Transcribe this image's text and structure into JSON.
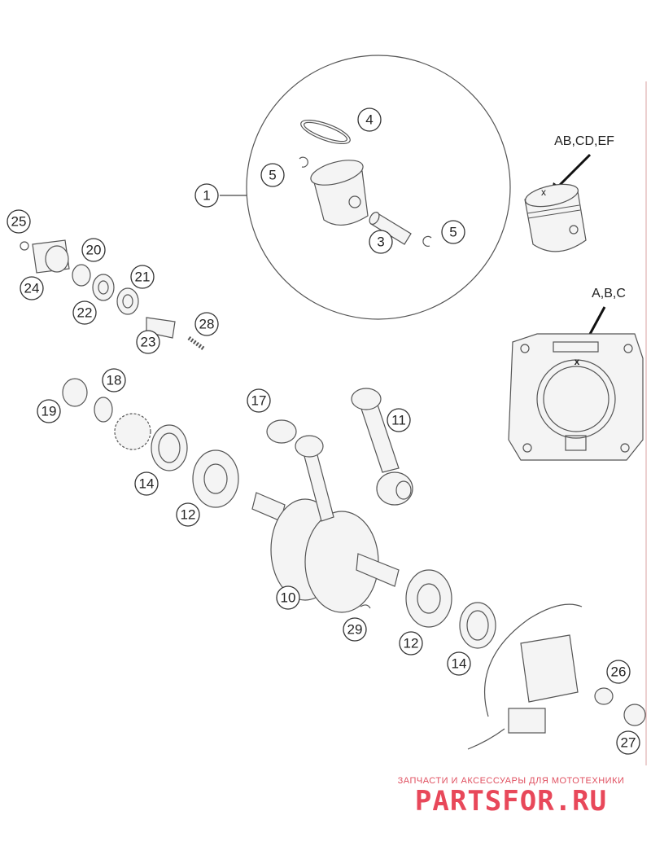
{
  "labels": {
    "n1": "1",
    "n3": "3",
    "n4": "4",
    "n5a": "5",
    "n5b": "5",
    "n10": "10",
    "n11": "11",
    "n12a": "12",
    "n12b": "12",
    "n14a": "14",
    "n14b": "14",
    "n17": "17",
    "n18": "18",
    "n19": "19",
    "n20": "20",
    "n21": "21",
    "n22": "22",
    "n23": "23",
    "n24": "24",
    "n25": "25",
    "n26": "26",
    "n27": "27",
    "n28": "28",
    "n29": "29"
  },
  "markers": {
    "piston": "AB,CD,EF",
    "cylinder": "A,B,C",
    "x_piston": "x",
    "x_cylinder": "x"
  },
  "watermark": {
    "subtitle": "ЗАПЧАСТИ И АКСЕССУАРЫ ДЛЯ МОТОТЕХНИКИ",
    "logo": "PARTSFOR.RU"
  }
}
